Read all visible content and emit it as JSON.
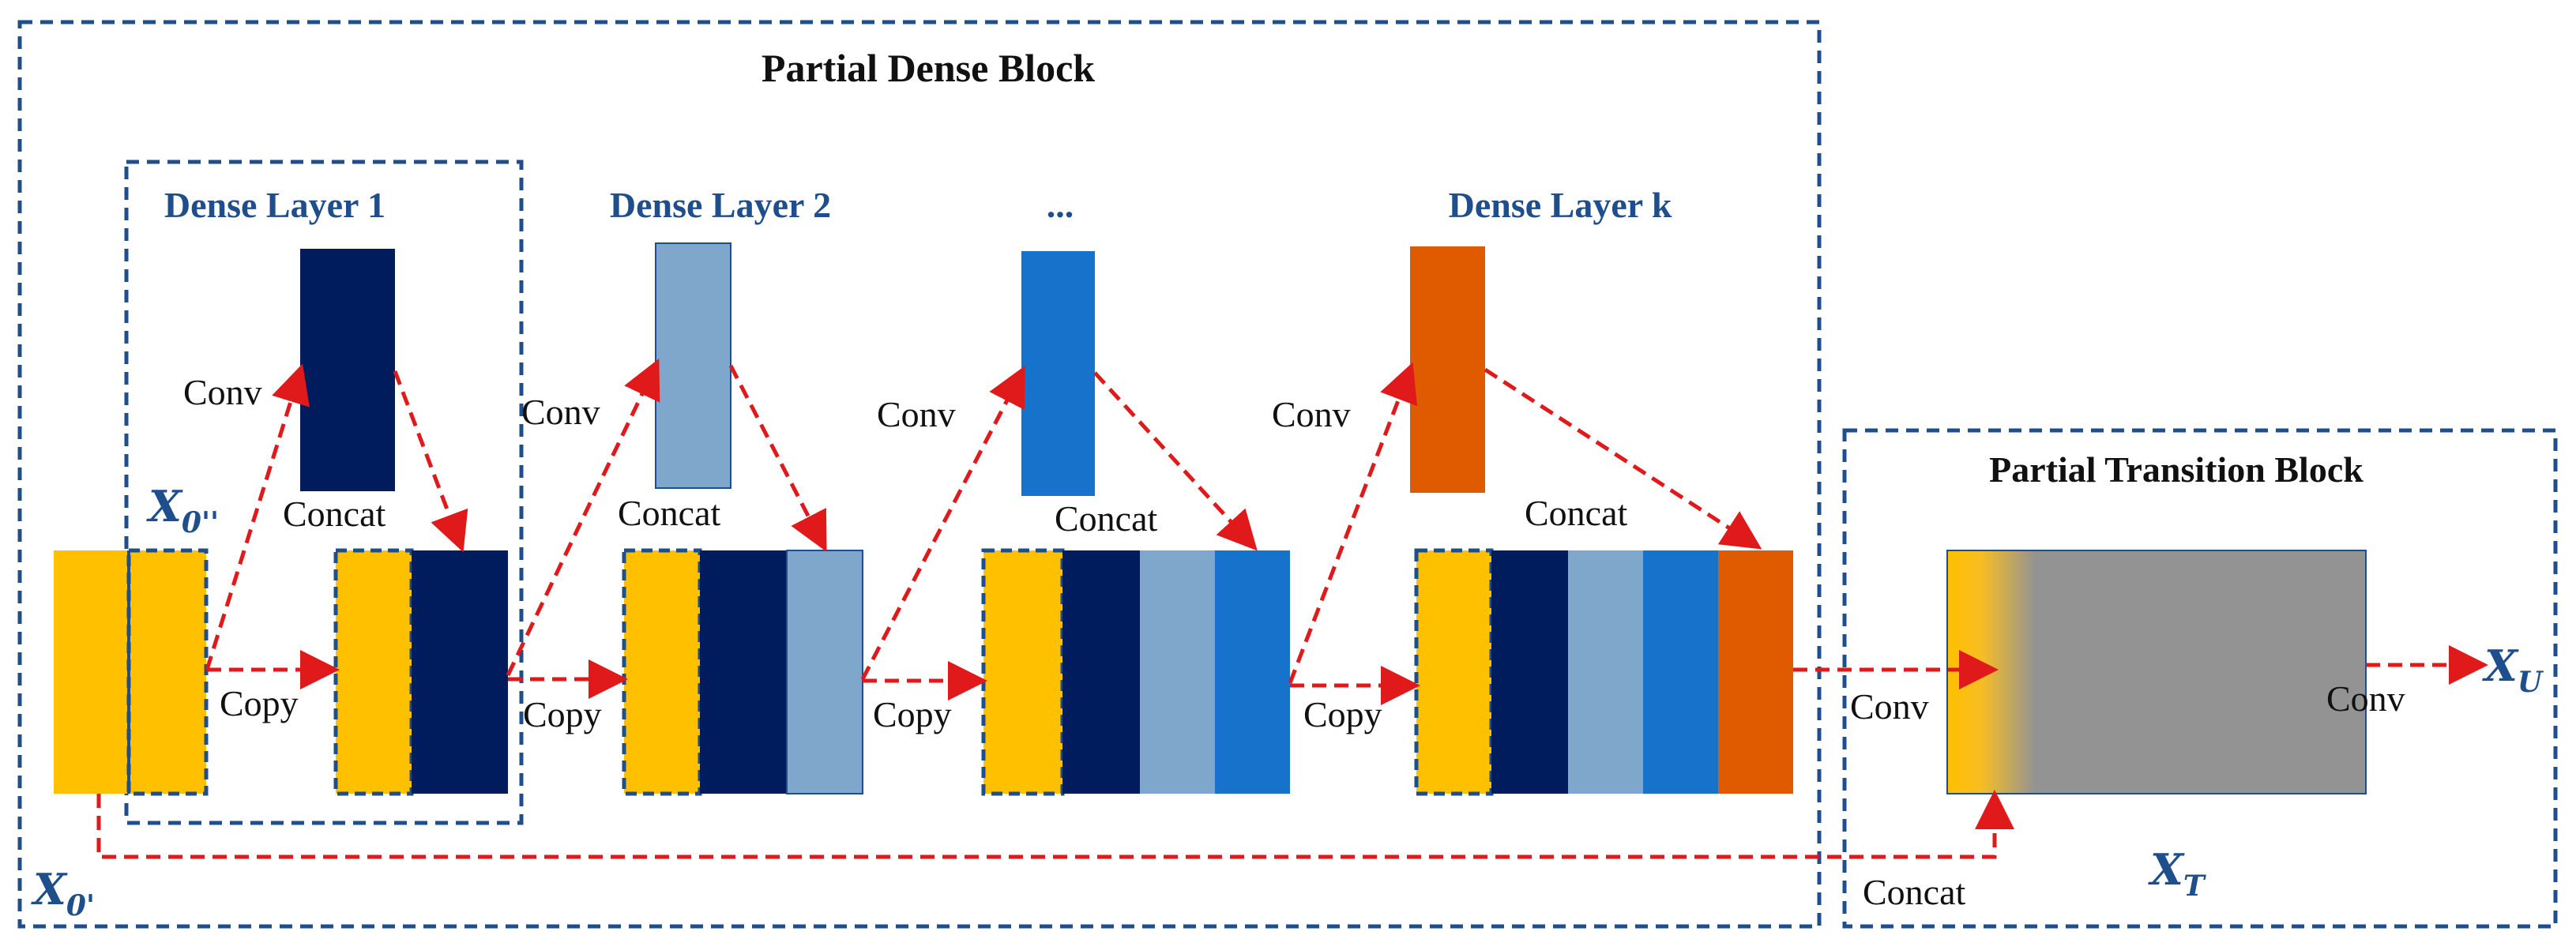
{
  "diagram": {
    "partial_dense_block": {
      "title": "Partial Dense Block"
    },
    "partial_transition_block": {
      "title": "Partial Transition Block"
    },
    "layers": [
      {
        "label": "Dense Layer 1"
      },
      {
        "label": "Dense Layer 2"
      },
      {
        "label": "..."
      },
      {
        "label": "Dense Layer k"
      }
    ],
    "edge_labels": {
      "conv": "Conv",
      "concat": "Concat",
      "copy": "Copy"
    },
    "symbols": {
      "x0_double_prime": {
        "base": "X",
        "sub": "0''"
      },
      "x0_prime": {
        "base": "X",
        "sub": "0'"
      },
      "xt": {
        "base": "X",
        "sub": "T"
      },
      "xu": {
        "base": "X",
        "sub": "U"
      }
    },
    "colors": {
      "yellow": "#FFC000",
      "navy": "#001C5C",
      "light_blue": "#7FA6CB",
      "mid_blue": "#1672CB",
      "orange": "#E05A00",
      "gray": "#939393",
      "dashed_border": "#1F4E8C",
      "arrow": "#E0191B"
    }
  }
}
